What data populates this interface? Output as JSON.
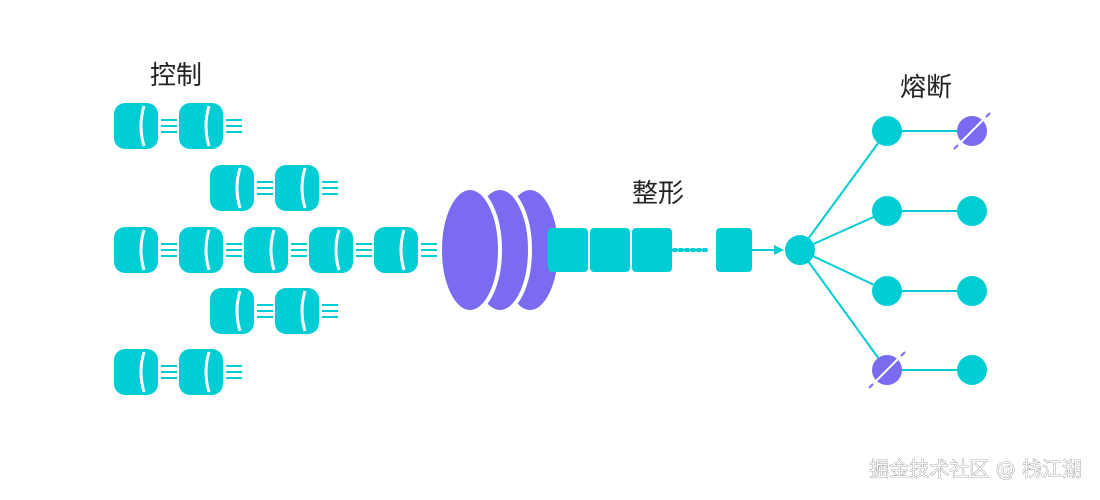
{
  "labels": {
    "control": "控制",
    "shaping": "整形",
    "circuit_breaking": "熔断"
  },
  "watermark": "掘金技术社区 @ 栈江湖",
  "colors": {
    "teal": "#00CDD4",
    "purple": "#7A6BF0",
    "text": "#222222",
    "background": "#FFFFFF"
  }
}
